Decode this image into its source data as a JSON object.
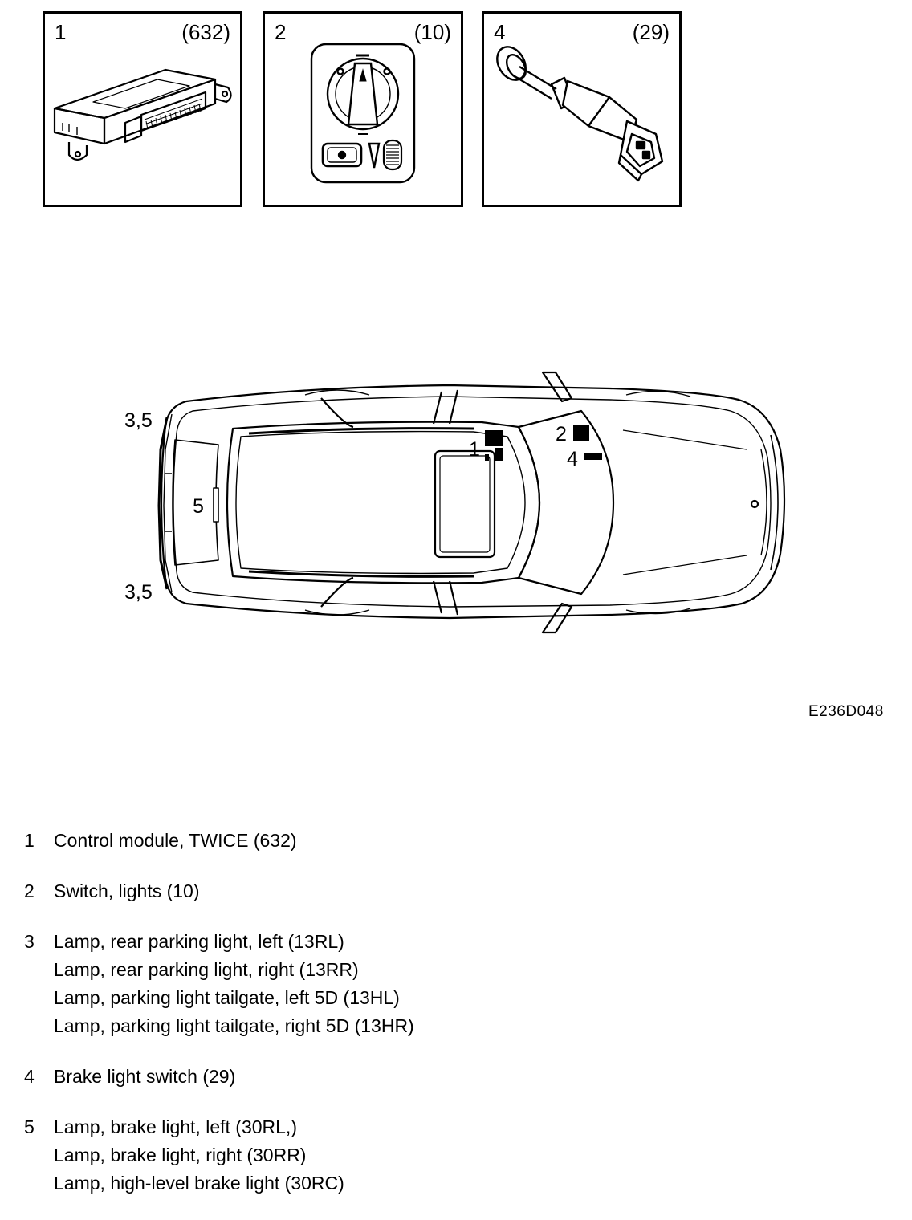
{
  "panels": [
    {
      "number": "1",
      "code": "(632)",
      "icon": "control-module-icon"
    },
    {
      "number": "2",
      "code": "(10)",
      "icon": "light-switch-icon"
    },
    {
      "number": "4",
      "code": "(29)",
      "icon": "brake-light-switch-icon"
    }
  ],
  "car": {
    "icon": "car-top-view-icon",
    "labels": {
      "rear_top": "3,5",
      "rear_bottom": "3,5",
      "rear_center": "5",
      "module": "1",
      "switch": "2",
      "brake_switch": "4"
    }
  },
  "figure_id": "E236D048",
  "legend": [
    {
      "number": "1",
      "lines": [
        "Control module, TWICE (632)"
      ]
    },
    {
      "number": "2",
      "lines": [
        "Switch, lights (10)"
      ]
    },
    {
      "number": "3",
      "lines": [
        "Lamp, rear parking light, left (13RL)",
        "Lamp, rear parking light, right (13RR)",
        "Lamp, parking light tailgate, left 5D (13HL)",
        "Lamp, parking light tailgate, right 5D (13HR)"
      ]
    },
    {
      "number": "4",
      "lines": [
        "Brake light switch (29)"
      ]
    },
    {
      "number": "5",
      "lines": [
        "Lamp, brake light, left (30RL,)",
        "Lamp, brake light, right (30RR)",
        "Lamp, high-level brake light (30RC)"
      ]
    }
  ]
}
